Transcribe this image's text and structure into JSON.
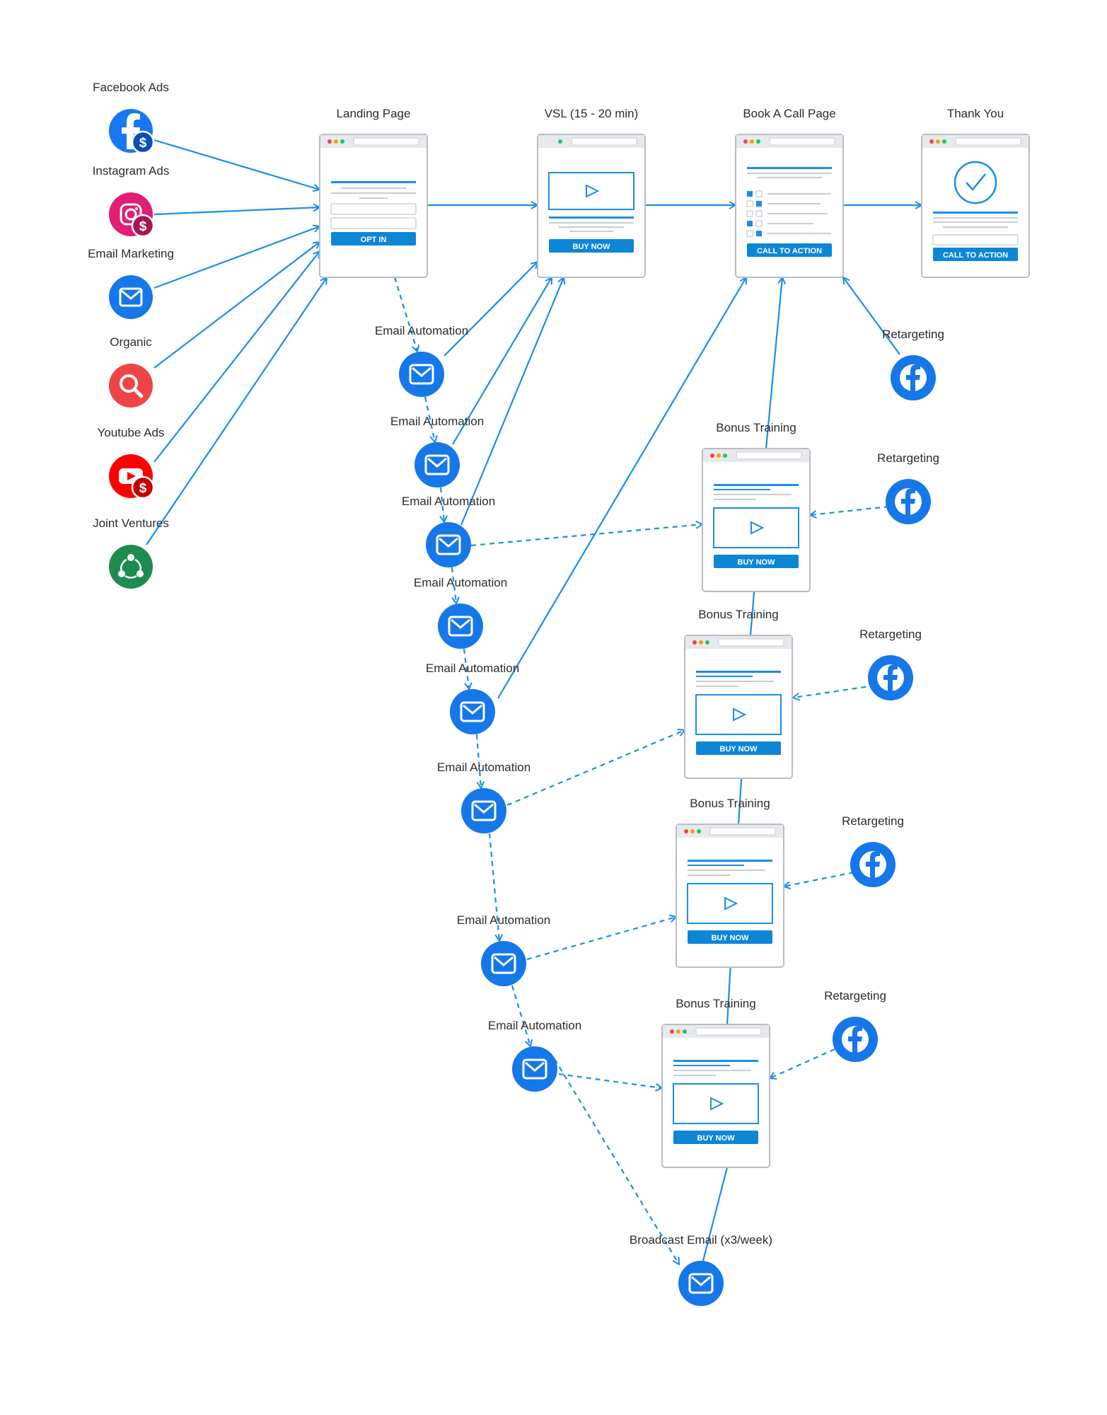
{
  "colors": {
    "accent": "#1a8ee6",
    "button": "#0d86d6",
    "facebook": "#1877f2",
    "instagram": "#e11d74",
    "youtube": "#ff0000",
    "organic": "#ef4444",
    "email_blue": "#1677e8",
    "joint_ventures": "#1e8b4f",
    "page_border": "#b8bcc4"
  },
  "sources": [
    {
      "label": "Facebook Ads",
      "icon": "facebook-dollar-icon"
    },
    {
      "label": "Instagram Ads",
      "icon": "instagram-dollar-icon"
    },
    {
      "label": "Email Marketing",
      "icon": "mail-icon"
    },
    {
      "label": "Organic",
      "icon": "search-icon"
    },
    {
      "label": "Youtube Ads",
      "icon": "youtube-dollar-icon"
    },
    {
      "label": "Joint Ventures",
      "icon": "share-network-icon"
    }
  ],
  "pages": {
    "landing": {
      "title": "Landing Page",
      "button": "OPT IN"
    },
    "vsl": {
      "title": "VSL (15 - 20 min)",
      "button": "BUY NOW"
    },
    "book_call": {
      "title": "Book A Call Page",
      "button": "CALL TO ACTION"
    },
    "thank_you": {
      "title": "Thank You",
      "button": "CALL TO ACTION"
    }
  },
  "bonus_pages": [
    {
      "title": "Bonus Training",
      "button": "BUY NOW"
    },
    {
      "title": "Bonus Training",
      "button": "BUY NOW"
    },
    {
      "title": "Bonus Training",
      "button": "BUY NOW"
    },
    {
      "title": "Bonus Training",
      "button": "BUY NOW"
    }
  ],
  "email_automations": [
    {
      "label": "Email Automation"
    },
    {
      "label": "Email Automation"
    },
    {
      "label": "Email Automation"
    },
    {
      "label": "Email Automation"
    },
    {
      "label": "Email Automation"
    },
    {
      "label": "Email Automation"
    },
    {
      "label": "Email Automation"
    },
    {
      "label": "Email Automation"
    }
  ],
  "retargeting": [
    {
      "label": "Retargeting",
      "icon": "facebook-icon"
    },
    {
      "label": "Retargeting",
      "icon": "facebook-icon"
    },
    {
      "label": "Retargeting",
      "icon": "facebook-icon"
    },
    {
      "label": "Retargeting",
      "icon": "facebook-icon"
    },
    {
      "label": "Retargeting",
      "icon": "facebook-icon"
    }
  ],
  "broadcast": {
    "label": "Broadcast Email (x3/week)",
    "icon": "mail-icon"
  }
}
